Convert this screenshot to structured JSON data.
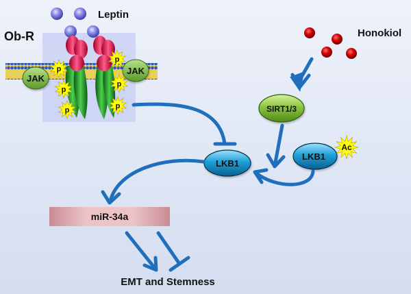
{
  "labels": {
    "leptin": "Leptin",
    "receptor": "Ob-R",
    "honokiol": "Honokiol",
    "jak_left": "JAK",
    "jak_right": "JAK",
    "phospho": "p",
    "sirt": "SIRT1/3",
    "lkb1_active": "LKB1",
    "lkb1_acetyl": "LKB1",
    "acetyl": "Ac",
    "mirna": "miR-34a",
    "outcome": "EMT and Stemness"
  },
  "colors": {
    "arrow": "#1f6fbd",
    "leptin_molecule": "#6a6ad8",
    "honokiol_molecule": "#c00000",
    "sirt_fill": "#8cc63f",
    "lkb1_fill": "#1ea0d8",
    "jak_fill": "#79b84a",
    "phospho_star": "#ffff00",
    "mirna_box": "#d99a9e",
    "membrane": "#e3c43a"
  }
}
